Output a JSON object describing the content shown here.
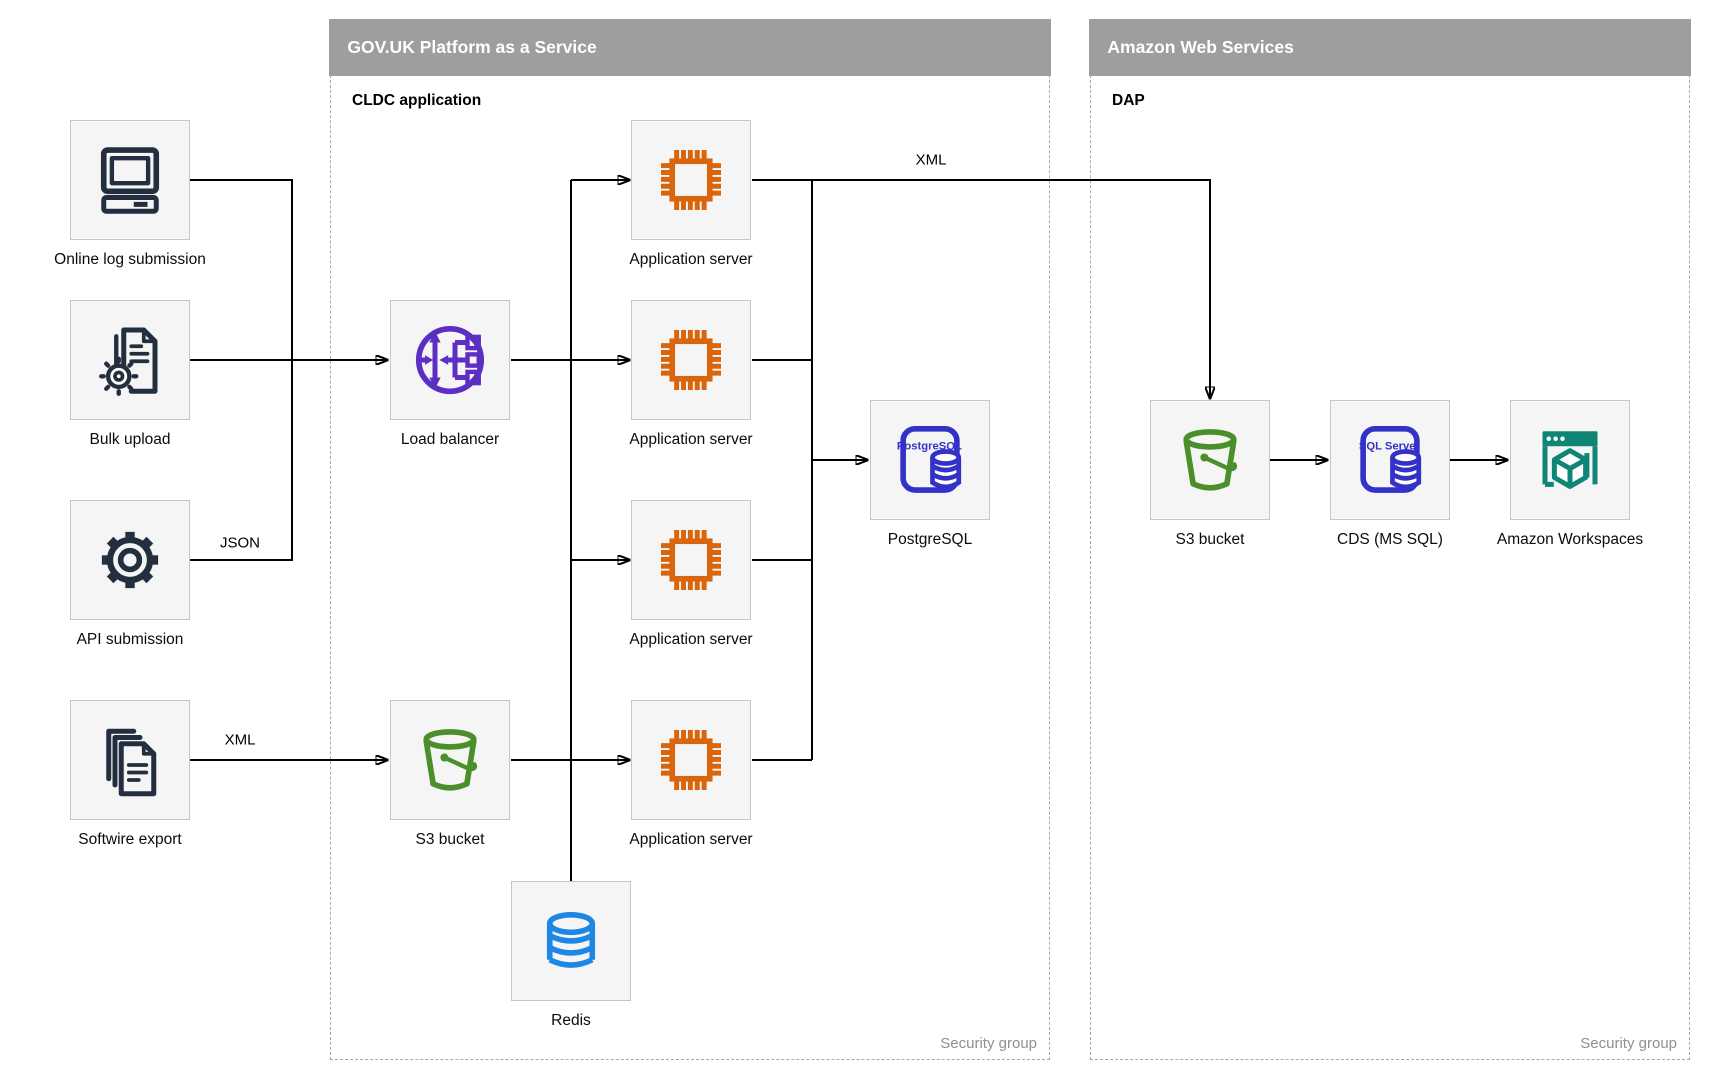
{
  "colors": {
    "header": "#9e9e9e",
    "dash": "#a8a8a8",
    "boxfill": "#f5f5f5",
    "boxborder": "#c6c6c6",
    "foot": "#8f8f8f",
    "dark": "#232f3e",
    "orange": "#d9660d",
    "purple": "#5b2ec4",
    "green": "#4a8f29",
    "indigo": "#3332c8",
    "blue": "#1e87e5",
    "teal": "#0e8575"
  },
  "containers": {
    "govuk": {
      "title": "GOV.UK Platform as a Service",
      "sublabel": "CLDC application",
      "footer": "Security group"
    },
    "aws": {
      "title": "Amazon Web Services",
      "sublabel": "DAP",
      "footer": "Security group"
    }
  },
  "nodes": {
    "online_log": {
      "label": "Online log submission"
    },
    "bulk_upload": {
      "label": "Bulk upload"
    },
    "api_submission": {
      "label": "API submission"
    },
    "softwire_export": {
      "label": "Softwire export"
    },
    "load_balancer": {
      "label": "Load balancer"
    },
    "app_server_1": {
      "label": "Application server"
    },
    "app_server_2": {
      "label": "Application server"
    },
    "app_server_3": {
      "label": "Application server"
    },
    "app_server_4": {
      "label": "Application server"
    },
    "postgresql": {
      "label": "PostgreSQL",
      "icon_text": "PostgreSQL"
    },
    "s3_bucket_govuk": {
      "label": "S3 bucket"
    },
    "redis": {
      "label": "Redis"
    },
    "s3_bucket_aws": {
      "label": "S3 bucket"
    },
    "cds": {
      "label": "CDS (MS SQL)",
      "icon_text": "SQL Server"
    },
    "workspaces": {
      "label": "Amazon Workspaces"
    }
  },
  "edges": [
    {
      "from": "online_log",
      "to": "load_balancer",
      "label": ""
    },
    {
      "from": "bulk_upload",
      "to": "load_balancer",
      "label": ""
    },
    {
      "from": "api_submission",
      "to": "load_balancer",
      "label": "JSON"
    },
    {
      "from": "load_balancer",
      "to": "application_servers",
      "label": ""
    },
    {
      "from": "softwire_export",
      "to": "s3_bucket_govuk",
      "label": "XML"
    },
    {
      "from": "s3_bucket_govuk",
      "to": "application_servers",
      "label": ""
    },
    {
      "from": "application_servers",
      "to": "postgresql",
      "label": ""
    },
    {
      "from": "application_servers",
      "to": "redis",
      "label": ""
    },
    {
      "from": "app_server_1",
      "to": "s3_bucket_aws",
      "label": "XML"
    },
    {
      "from": "s3_bucket_aws",
      "to": "cds",
      "label": ""
    },
    {
      "from": "cds",
      "to": "workspaces",
      "label": ""
    }
  ]
}
